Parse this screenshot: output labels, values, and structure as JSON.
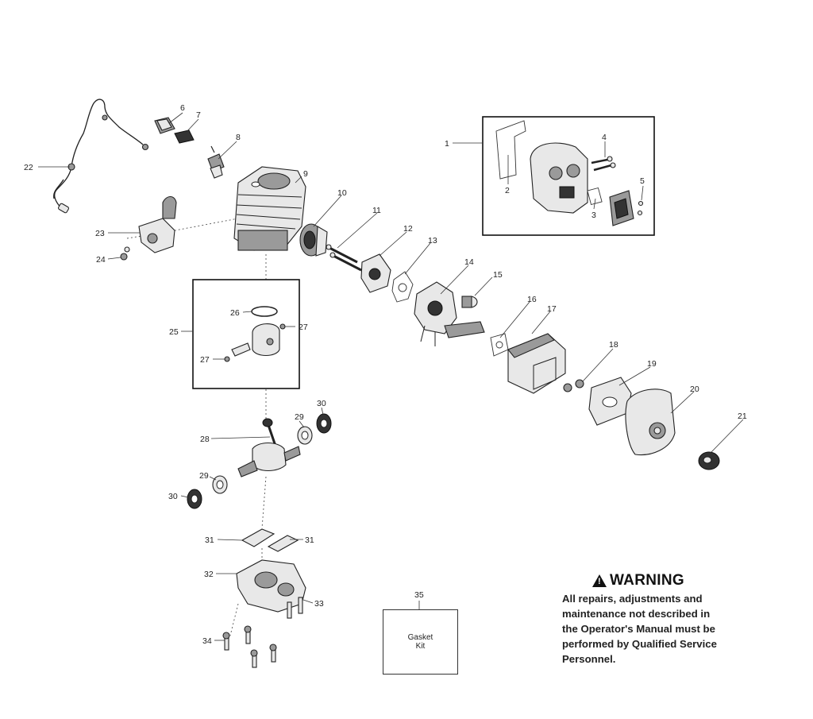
{
  "diagram": {
    "title": "Exploded parts diagram - engine assembly",
    "callouts": [
      "1",
      "2",
      "3",
      "4",
      "5",
      "6",
      "7",
      "8",
      "9",
      "10",
      "11",
      "12",
      "13",
      "14",
      "15",
      "16",
      "17",
      "18",
      "19",
      "20",
      "21",
      "22",
      "23",
      "24",
      "25",
      "26",
      "27",
      "27",
      "28",
      "29",
      "29",
      "30",
      "30",
      "31",
      "31",
      "32",
      "33",
      "34",
      "35"
    ]
  },
  "gasket_kit": {
    "number": "35",
    "line1": "Gasket",
    "line2": "Kit"
  },
  "warning": {
    "title": "WARNING",
    "text": "All repairs, adjustments and\nmaintenance not described in\nthe Operator's Manual must be\nperformed by Qualified Service\nPersonnel."
  }
}
